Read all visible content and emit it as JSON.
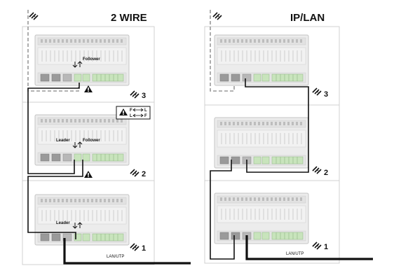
{
  "left": {
    "title": "2 WIRE",
    "unit_numbers": [
      "3",
      "2",
      "1"
    ],
    "label_follower": "Follower",
    "label_leader": "Leader",
    "label_lan": "LAN/UTP",
    "swap_top": "F",
    "swap_top_end": "L",
    "swap_bottom": "L",
    "swap_bottom_end": "F"
  },
  "right": {
    "title": "IP/LAN",
    "unit_numbers": [
      "3",
      "2",
      "1"
    ],
    "label_lan": "LAN/UTP"
  },
  "icons": [
    "antenna-icon",
    "warning-icon"
  ],
  "colors": {
    "line": "#111111",
    "panel_border": "#cfcfcf",
    "device": "#e8e8e8",
    "terminal": "#bfe0b0"
  }
}
